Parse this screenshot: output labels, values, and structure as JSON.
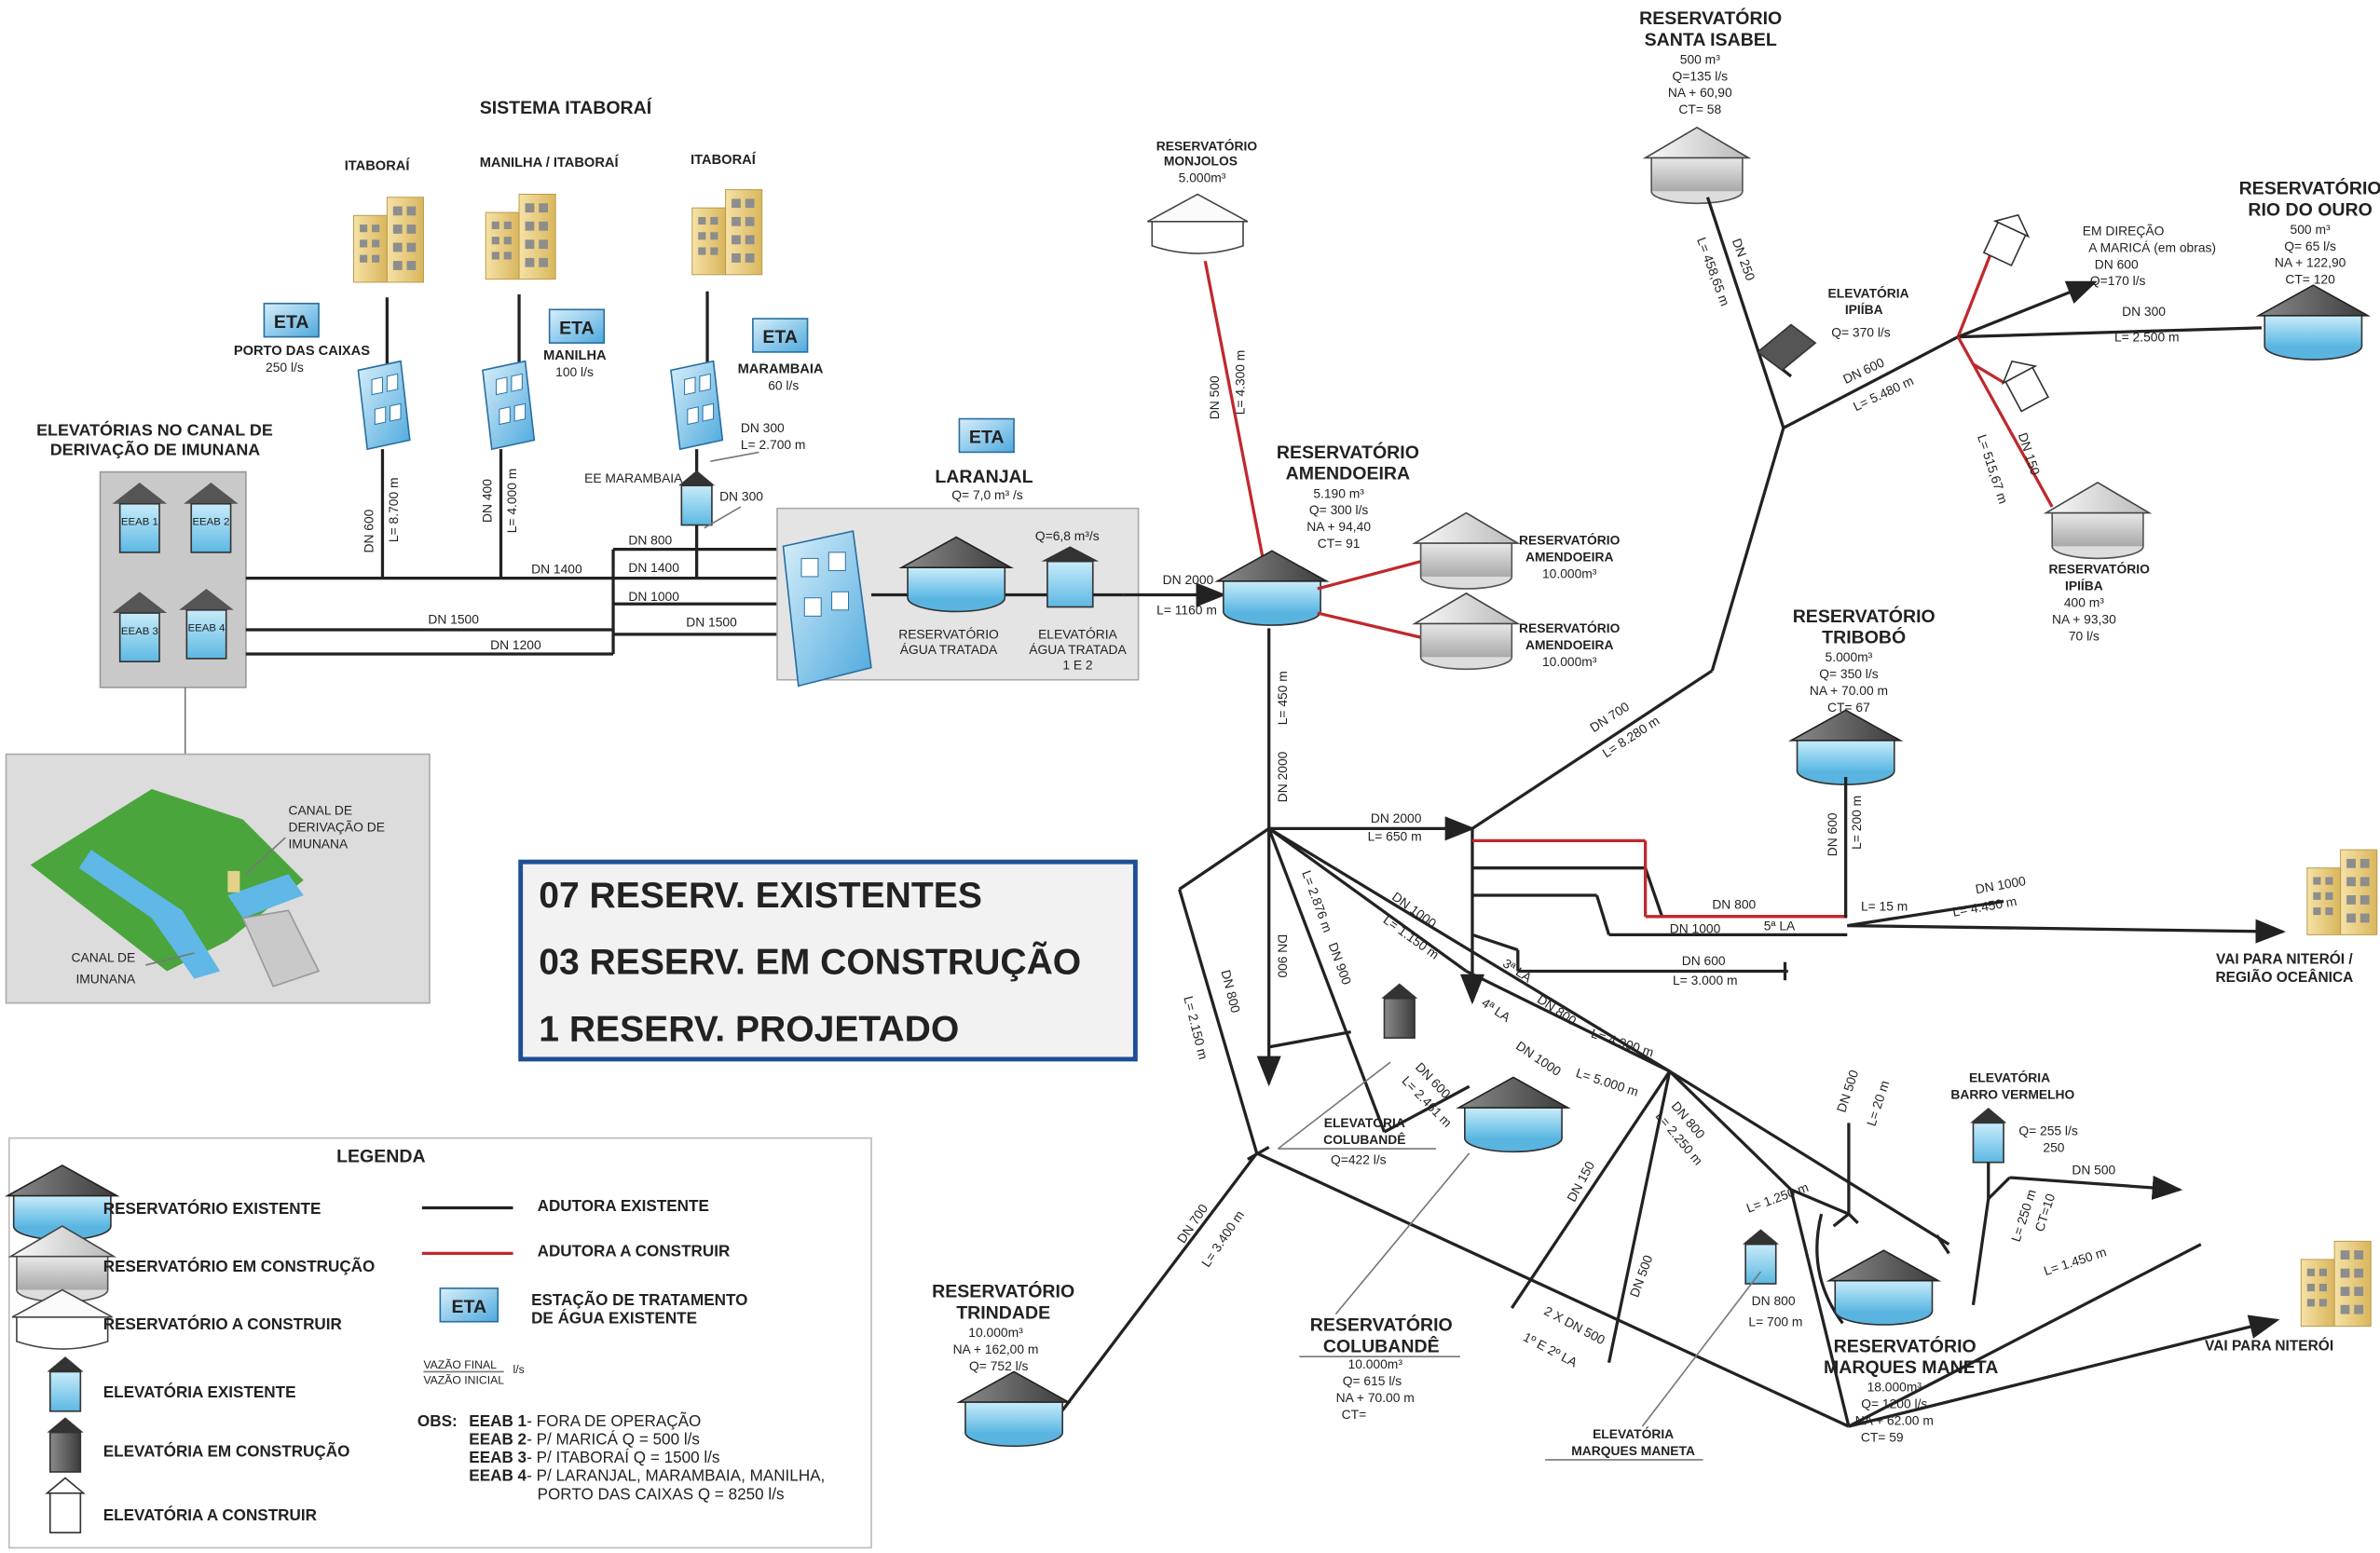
{
  "sistema_title": "SISTEMA ITABORAÍ",
  "towns": {
    "itaborai_1": "ITABORAÍ",
    "manilha_itaborai": "MANILHA / ITABORAÍ",
    "itaborai_2": "ITABORAÍ"
  },
  "eta_badge": "ETA",
  "etas": {
    "porto": {
      "name": "PORTO DAS CAIXAS",
      "flow": "250 l/s"
    },
    "manilha": {
      "name": "MANILHA",
      "flow": "100 l/s"
    },
    "marambaia": {
      "name": "MARAMBAIA",
      "flow": "60 l/s"
    },
    "laranjal": {
      "name": "LARANJAL",
      "flow": "Q= 7,0 m³ /s"
    }
  },
  "elevatorias_canal": {
    "line1": "ELEVATÓRIAS NO CANAL DE",
    "line2": "DERIVAÇÃO DE IMUNANA"
  },
  "eeab": [
    "EEAB 1",
    "EEAB 2",
    "EEAB 3",
    "EEAB 4"
  ],
  "canal_labels": {
    "canal_derivacao": [
      "CANAL DE",
      "DERIVAÇÃO DE",
      "IMUNANA"
    ],
    "canal_imunana": [
      "CANAL DE",
      "IMUNANA"
    ]
  },
  "pipes": {
    "dn600_l8700": [
      "DN 600",
      "L= 8.700 m"
    ],
    "dn400_l4000": [
      "DN 400",
      "L= 4.000 m"
    ],
    "dn300_marambaia": [
      "DN 300",
      "L= 2.700 m"
    ],
    "dn300_ee": "DN 300",
    "ee_marambaia": "EE MARAMBAIA",
    "dn800": "DN 800",
    "dn1400_a": "DN 1400",
    "dn1400_b": "DN 1400",
    "dn1000": "DN 1000",
    "dn1500_a": "DN 1500",
    "dn1500_b": "DN 1500",
    "dn1200": "DN 1200",
    "dn2000_l1160": [
      "DN 2000",
      "L= 1160 m"
    ],
    "dn500_l4300": [
      "DN 500",
      "L= 4.300 m"
    ],
    "dn2000_l450": [
      "L= 450 m",
      "DN 2000"
    ],
    "dn2000_l650": [
      "DN 2000",
      "L= 650 m"
    ],
    "dn700_l8280": [
      "DN 700",
      "L= 8.280 m"
    ],
    "dn250_l458": [
      "DN 250",
      "L= 458,65 m"
    ],
    "dn600_l5480": [
      "DN 600",
      "L= 5.480 m"
    ],
    "dn300_l2500": [
      "DN 300",
      "L= 2.500 m"
    ],
    "dn150_l515": [
      "DN 150",
      "L= 515,67 m"
    ],
    "dn600_l200": [
      "DN 600",
      "L= 200 m"
    ],
    "dn800_tribobo": "DN 800",
    "l15": "L= 15 m",
    "dn1000_5la": [
      "DN 1000",
      "5ª LA"
    ],
    "dn1000_l4450": [
      "DN 1000",
      "L= 4.450 m"
    ],
    "dn600_l3000": [
      "DN 600",
      "L= 3.000 m"
    ],
    "dn1000_l1150": [
      "DN 1000",
      "L= 1.150 m"
    ],
    "la3_dn800_l4900": [
      "3ª LA",
      "DN 800",
      "L= 4.900 m"
    ],
    "la4_dn1000_l5000": [
      "4ª LA",
      "DN 1000",
      "L= 5.000 m"
    ],
    "dn900_l2876": [
      "L= 2.876 m",
      "DN 900"
    ],
    "dn900": "DN 900",
    "dn800_l2150": [
      "DN 800",
      "L= 2.150 m"
    ],
    "dn600_l2461": [
      "DN 600",
      "L= 2.461 m"
    ],
    "dn800_l2250": [
      "DN 800",
      "L= 2.250 m"
    ],
    "dn150": "DN 150",
    "dn500": "DN 500",
    "dn700_l3400": [
      "DN 700",
      "L= 3.400 m"
    ],
    "la_12": [
      "2 X DN 500",
      "1º E 2º LA"
    ],
    "dn500_l20": [
      "DN 500",
      "L= 20 m"
    ],
    "l1250": "L= 1.250 m",
    "dn800_l700": [
      "DN 800",
      "L= 700 m"
    ],
    "dn500_barro": "DN 500",
    "l250_ct10": [
      "L= 250 m",
      "CT=10"
    ],
    "l1450": "L= 1.450 m"
  },
  "reservoirs": {
    "santa_isabel": [
      "RESERVATÓRIO",
      "SANTA ISABEL",
      "500 m³",
      "Q=135 l/s",
      "NA + 60,90",
      "CT= 58"
    ],
    "monjolos": [
      "RESERVATÓRIO",
      "MONJOLOS",
      "5.000m³"
    ],
    "rio_do_ouro": [
      "RESERVATÓRIO",
      "RIO DO OURO",
      "500 m³",
      "Q= 65 l/s",
      "NA + 122,90",
      "CT= 120"
    ],
    "amendoeira": [
      "RESERVATÓRIO",
      "AMENDOEIRA",
      "5.190 m³",
      "Q= 300 l/s",
      "NA + 94,40",
      "CT= 91"
    ],
    "amendoeira_2": [
      "RESERVATÓRIO",
      "AMENDOEIRA",
      "10.000m³"
    ],
    "amendoeira_3": [
      "RESERVATÓRIO",
      "AMENDOEIRA",
      "10.000m³"
    ],
    "ipiiba": [
      "RESERVATÓRIO",
      "IPIÍBA",
      "400 m³",
      "NA + 93,30",
      "70 l/s"
    ],
    "tribobo": [
      "RESERVATÓRIO",
      "TRIBOBÓ",
      "5.000m³",
      "Q= 350 l/s",
      "NA + 70.00 m",
      "CT= 67"
    ],
    "trindade": [
      "RESERVATÓRIO",
      "TRINDADE",
      "10.000m³",
      "NA + 162,00 m",
      "Q= 752 l/s"
    ],
    "colubande": [
      "RESERVATÓRIO",
      "COLUBANDÊ",
      "10.000m³",
      "Q= 615 l/s",
      "NA + 70.00 m",
      "CT="
    ],
    "marques_maneta": [
      "RESERVATÓRIO",
      "MARQUES MANETA",
      "18.000m³",
      "Q= 1200 l/s",
      "NA + 62.00 m",
      "CT= 59"
    ],
    "agua_tratada": [
      "RESERVATÓRIO",
      "ÁGUA TRATADA"
    ]
  },
  "elevatorias": {
    "agua_tratada": [
      "ELEVATÓRIA",
      "ÁGUA TRATADA",
      "1 E 2"
    ],
    "agua_tratada_q": "Q=6,8 m³/s",
    "ipiiba": [
      "ELEVATÓRIA",
      "IPIÍBA",
      "Q= 370 l/s"
    ],
    "colubande": [
      "ELEVATÓRIA",
      "COLUBANDÊ",
      "Q=422 l/s"
    ],
    "barro_vermelho": [
      "ELEVATÓRIA",
      "BARRO VERMELHO",
      "Q= 255 l/s",
      "250"
    ],
    "marques_maneta": [
      "ELEVATÓRIA",
      "MARQUES MANETA"
    ]
  },
  "marica": [
    "EM DIREÇÃO",
    "A MARICÁ (em obras)",
    "DN 600",
    "Q=170 l/s"
  ],
  "destinations": {
    "niteroi_oceanica": [
      "VAI PARA NITERÓI /",
      "REGIÃO OCEÂNICA"
    ],
    "niteroi": "VAI PARA NITERÓI"
  },
  "summary": {
    "existentes": "07  RESERV. EXISTENTES",
    "construcao": "03  RESERV. EM CONSTRUÇÃO",
    "projetado": "1 RESERV.  PROJETADO"
  },
  "legend": {
    "title": "LEGENDA",
    "items": [
      "RESERVATÓRIO EXISTENTE",
      "RESERVATÓRIO EM CONSTRUÇÃO",
      "RESERVATÓRIO A CONSTRUIR",
      "ELEVATÓRIA EXISTENTE",
      "ELEVATÓRIA EM CONSTRUÇÃO",
      "ELEVATÓRIA A CONSTRUIR"
    ],
    "adutora_existente": "ADUTORA EXISTENTE",
    "adutora_construir": "ADUTORA  A  CONSTRUIR",
    "eta_desc": [
      "ESTAÇÃO DE TRATAMENTO",
      "DE ÁGUA  EXISTENTE"
    ],
    "vazao": [
      "VAZÃO FINAL",
      "VAZÃO INICIAL",
      "l/s"
    ],
    "obs_title": "OBS:",
    "obs": [
      {
        "k": "EEAB 1",
        "v": " - FORA DE OPERAÇÃO"
      },
      {
        "k": "EEAB 2",
        "v": " - P/ MARICÁ    Q = 500 l/s"
      },
      {
        "k": "EEAB 3",
        "v": " - P/ ITABORAÍ  Q = 1500 l/s"
      },
      {
        "k": "EEAB 4",
        "v": " - P/ LARANJAL, MARAMBAIA, MANILHA,"
      },
      {
        "k": "",
        "v": "PORTO DAS CAIXAS Q = 8250 l/s"
      }
    ]
  },
  "colors": {
    "eta_blue": "#5eb4e6",
    "water": "#8fd2f0",
    "pipe_existing": "#222222",
    "pipe_new": "#c0282d",
    "summary_border": "#1f4e96"
  }
}
